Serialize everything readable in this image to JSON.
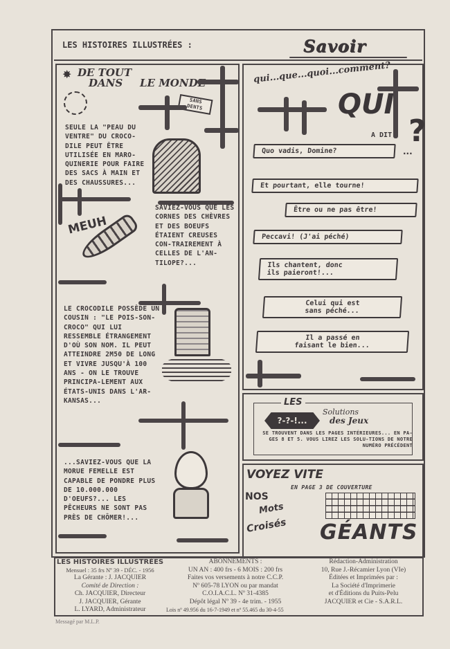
{
  "header": {
    "series": "Les Histoires Illustrées :",
    "title": "Savoir"
  },
  "left": {
    "title": [
      "De tout",
      "dans",
      "le monde"
    ],
    "sign": [
      "Sans",
      "Dents"
    ],
    "text1": "Seule la \"peau du ventre\" du croco-dile peut être utilisée en maro-quinerie pour faire des sacs à main et des chaussures...",
    "sound": "Meuh",
    "text2": "Saviez-vous que les cornes des chèvres et des boeufs étaient creuses con-trairement à celles de l'an-tilope?...",
    "text3": "Le crocodile possède un cousin : \"le pois-son-croco\" qui lui ressemble étrangement d'où son nom. Il peut atteindre 2m50 de long et vivre jusqu'à 100 ans - on le trouve principa-lement aux États-Unis dans l'Ar-kansas...",
    "text4": "...Saviez-vous que la morue femelle est capable de pondre plus de 10.000.000 d'oeufs?... Les pêcheurs ne sont pas près de chômer!..."
  },
  "right": {
    "heading": "qui...que...quoi...comment?",
    "qui": "Qui",
    "a_dit": "a dit",
    "qmark": "?",
    "quotes": [
      {
        "l1": "Quo vadis, Domine?",
        "l2": ""
      },
      {
        "l1": "Et pourtant, elle tourne!",
        "l2": ""
      },
      {
        "l1": "Être ou ne pas être!",
        "l2": ""
      },
      {
        "l1": "Peccavi! (J'ai péché)",
        "l2": ""
      },
      {
        "l1": "Ils chantent, donc",
        "l2": "ils paieront!..."
      },
      {
        "l1": "Celui qui est",
        "l2": "sans péché..."
      },
      {
        "l1": "Il a passé en",
        "l2": "faisant le bien..."
      }
    ],
    "ellipsis": "...",
    "solutions": {
      "les": "Les",
      "badge": "?-?-!...",
      "title1": "Solutions",
      "title2": "des Jeux",
      "body": "se trouvent dans les pages intérieures... en pa-ges 8 et 5. Vous lirez les solu-tions de notre numéro précédent"
    },
    "promo": {
      "title": "Voyez vite",
      "sub": "en page 3 de couverture",
      "nos": "Nos",
      "mots": "Mots",
      "croises": "Croisés",
      "geants": "Géants"
    }
  },
  "footer": {
    "col1": [
      "LES HISTOIRES ILLUSTRÉES",
      "Mensuel : 35 frs   Nº 39 - DÉC. - 1956",
      "La Gérante : J. JACQUIER",
      "Comité de Direction :",
      "Ch. JACQUIER, Directeur",
      "J. JACQUIER, Gérante",
      "L. LYARD, Administrateur"
    ],
    "col2": [
      "ABONNEMENTS :",
      "UN AN : 400 frs - 6 MOIS : 200 frs",
      "Faites vos versements à notre C.C.P.",
      "Nº 605-78 LYON ou par mandat",
      "C.O.I.A.C.L. Nº 31-4385",
      "Dépôt légal Nº 39 - 4e trim. - 1955",
      "",
      "Lois nº 49.956 du 16-7-1949 et nº 55.465 du 30-4-55"
    ],
    "col3": [
      "Rédaction-Administration",
      "10, Rue J.-Récamier  Lyon (VIe)",
      "Éditées et Imprimées par :",
      "La Société d'Imprimerie",
      "et d'Éditions du Puits-Pelu",
      "JACQUIER et Cie - S.A.R.L."
    ],
    "distrib": "Messagé par M.L.P."
  }
}
